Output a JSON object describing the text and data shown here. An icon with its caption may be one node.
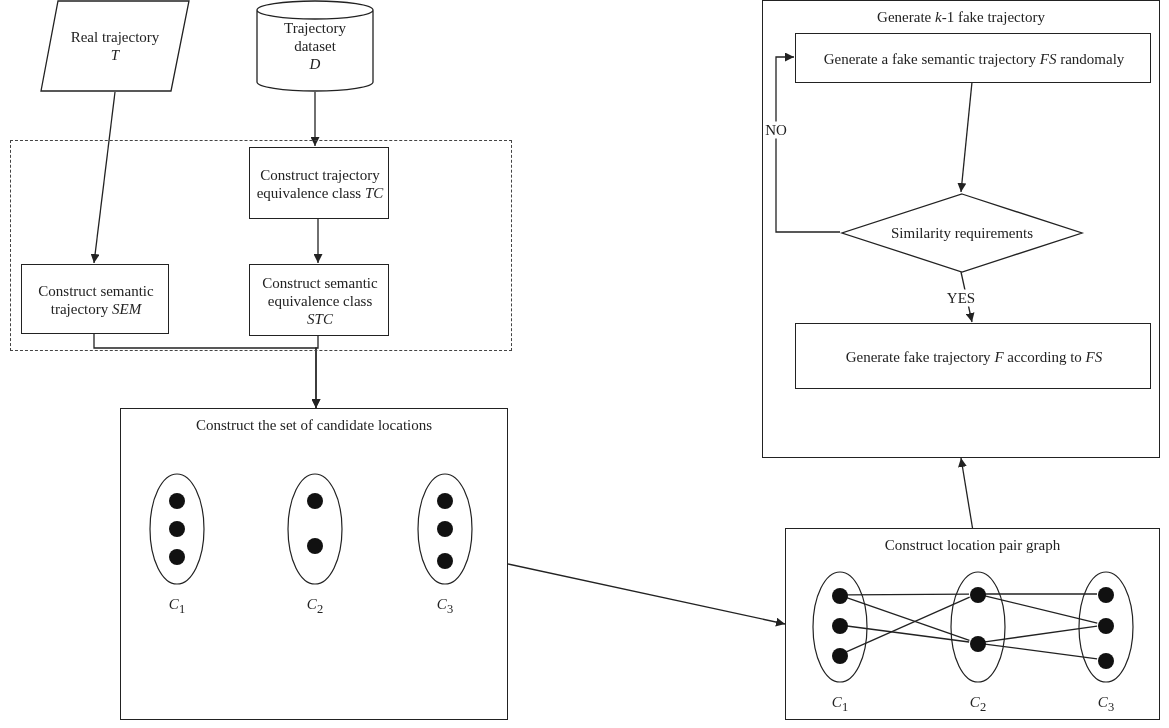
{
  "diagram": {
    "nodes": [
      {
        "text": [
          "Real trajectory",
          "T"
        ]
      },
      {
        "text": [
          "Trajectory dataset",
          "D"
        ]
      },
      {
        "text": [
          "Generate *k*-1 fake trajectory"
        ]
      },
      {
        "text": [
          "Generate a fake semantic trajectory *FS* randomaly"
        ],
        "in": 2
      },
      {
        "text": [],
        "shape": "box"
      },
      {
        "text": [
          "Construct trajectory equivalence class *TC*"
        ],
        "in": 4
      },
      {
        "text": [
          "Similarity requirements"
        ],
        "in": 2
      },
      {
        "text": [
          "Construct semantic trajectory *SEM*"
        ],
        "in": 4
      },
      {
        "text": [
          "Construct semantic equivalence class *STC*"
        ],
        "in": 4
      },
      {
        "text": [
          "Generate fake trajectory *F* according to *FS*"
        ],
        "in": 2
      },
      {
        "text": [
          "Construct the set of candidate locations"
        ]
      },
      {
        "text": [],
        "shape": "ellipse",
        "in": 10,
        "beside": [
          "*C*$_{1}$"
        ]
      },
      {
        "text": [],
        "shape": "circle",
        "in": 11
      },
      {
        "text": [],
        "shape": "circle",
        "in": 11
      },
      {
        "text": [],
        "shape": "circle",
        "in": 11
      },
      {
        "text": [],
        "shape": "ellipse",
        "in": 10,
        "beside": [
          "*C*$_{2}$"
        ]
      },
      {
        "text": [],
        "shape": "circle",
        "in": 15
      },
      {
        "text": [],
        "shape": "circle",
        "in": 15
      },
      {
        "text": [],
        "shape": "ellipse",
        "in": 10,
        "beside": [
          "*C*$_{3}$"
        ]
      },
      {
        "text": [],
        "shape": "circle",
        "in": 18
      },
      {
        "text": [],
        "shape": "circle",
        "in": 18
      },
      {
        "text": [],
        "shape": "circle",
        "in": 18
      },
      {
        "text": [
          "Construct location pair graph"
        ]
      },
      {
        "text": [],
        "shape": "ellipse",
        "in": 22,
        "beside": [
          "*C*$_{1}$"
        ]
      },
      {
        "text": [],
        "shape": "circle",
        "in": 23
      },
      {
        "text": [],
        "shape": "circle",
        "in": 23
      },
      {
        "text": [],
        "shape": "circle",
        "in": 23
      },
      {
        "text": [],
        "shape": "ellipse",
        "in": 22,
        "beside": [
          "*C*$_{2}$"
        ]
      },
      {
        "text": [],
        "shape": "circle",
        "in": 27
      },
      {
        "text": [],
        "shape": "circle",
        "in": 27
      },
      {
        "text": [],
        "shape": "ellipse",
        "in": 22,
        "beside": [
          "*C*$_{3}$"
        ]
      },
      {
        "text": [],
        "shape": "circle",
        "in": 30
      },
      {
        "text": [],
        "shape": "circle",
        "in": 30
      },
      {
        "text": [],
        "shape": "circle",
        "in": 30
      }
    ],
    "edges": [
      {
        "from": 0,
        "to": 7,
        "arrow": "to"
      },
      {
        "from": 1,
        "to": 5,
        "arrow": "to"
      },
      {
        "from": 5,
        "to": 8,
        "arrow": "to"
      },
      {
        "from": 7,
        "to": 10,
        "arrow": "to"
      },
      {
        "from": 8,
        "to": 10,
        "arrow": "to"
      },
      {
        "from": 10,
        "to": 22,
        "arrow": "to"
      },
      {
        "from": 22,
        "to": 2,
        "arrow": "to"
      },
      {
        "from": 3,
        "to": 6,
        "arrow": "to"
      },
      {
        "from": 6,
        "to": 3,
        "arrow": "to",
        "label": "NO"
      },
      {
        "from": 6,
        "to": 9,
        "arrow": "to",
        "label": "YES"
      },
      {
        "from": 24,
        "to": 28,
        "arrow": "none"
      },
      {
        "from": 24,
        "to": 29,
        "arrow": "none"
      },
      {
        "from": 25,
        "to": 29,
        "arrow": "none"
      },
      {
        "from": 26,
        "to": 28,
        "arrow": "none"
      },
      {
        "from": 28,
        "to": 31,
        "arrow": "none"
      },
      {
        "from": 28,
        "to": 32,
        "arrow": "none"
      },
      {
        "from": 29,
        "to": 32,
        "arrow": "none"
      },
      {
        "from": 29,
        "to": 33,
        "arrow": "none"
      }
    ]
  }
}
